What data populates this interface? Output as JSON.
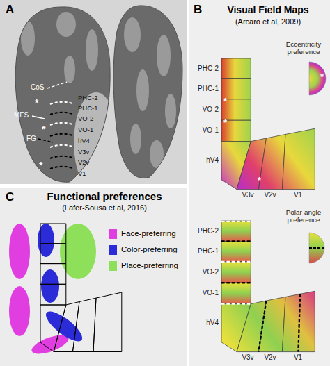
{
  "diagram": {
    "nodes": [
      {
        "text": [
          "A"
        ]
      },
      {
        "text": [
          "B",
          "Visual Field Maps",
          "(Arcaro et al, 2009)"
        ]
      },
      {
        "text": [
          "C",
          "Functional preferences",
          "(Lafer-Sousa et al, 2016)"
        ]
      }
    ],
    "labels": [
      "CoS",
      "MFS",
      "FG",
      "PHC-2",
      "PHC-1",
      "VO-2",
      "VO-1",
      "hV4",
      "V3v",
      "V2v",
      "V1",
      "*",
      "*",
      "*",
      "PHC-2",
      "PHC-1",
      "VO-2",
      "VO-1",
      "hV4",
      "V3v",
      "V2v",
      "V1",
      "Eccentricity preference",
      "*",
      "*",
      "*",
      "*",
      "Polar-angle preference",
      "PHC-2",
      "PHC-1",
      "VO-2",
      "VO-1",
      "hV4",
      "V3v",
      "V2v",
      "V1"
    ],
    "legend": [
      {
        "text": "Face-preferring",
        "color": "#e03ee0"
      },
      {
        "text": "Color-preferring",
        "color": "#2b2bd8"
      },
      {
        "text": "Place-preferring",
        "color": "#8ee05a"
      }
    ]
  }
}
